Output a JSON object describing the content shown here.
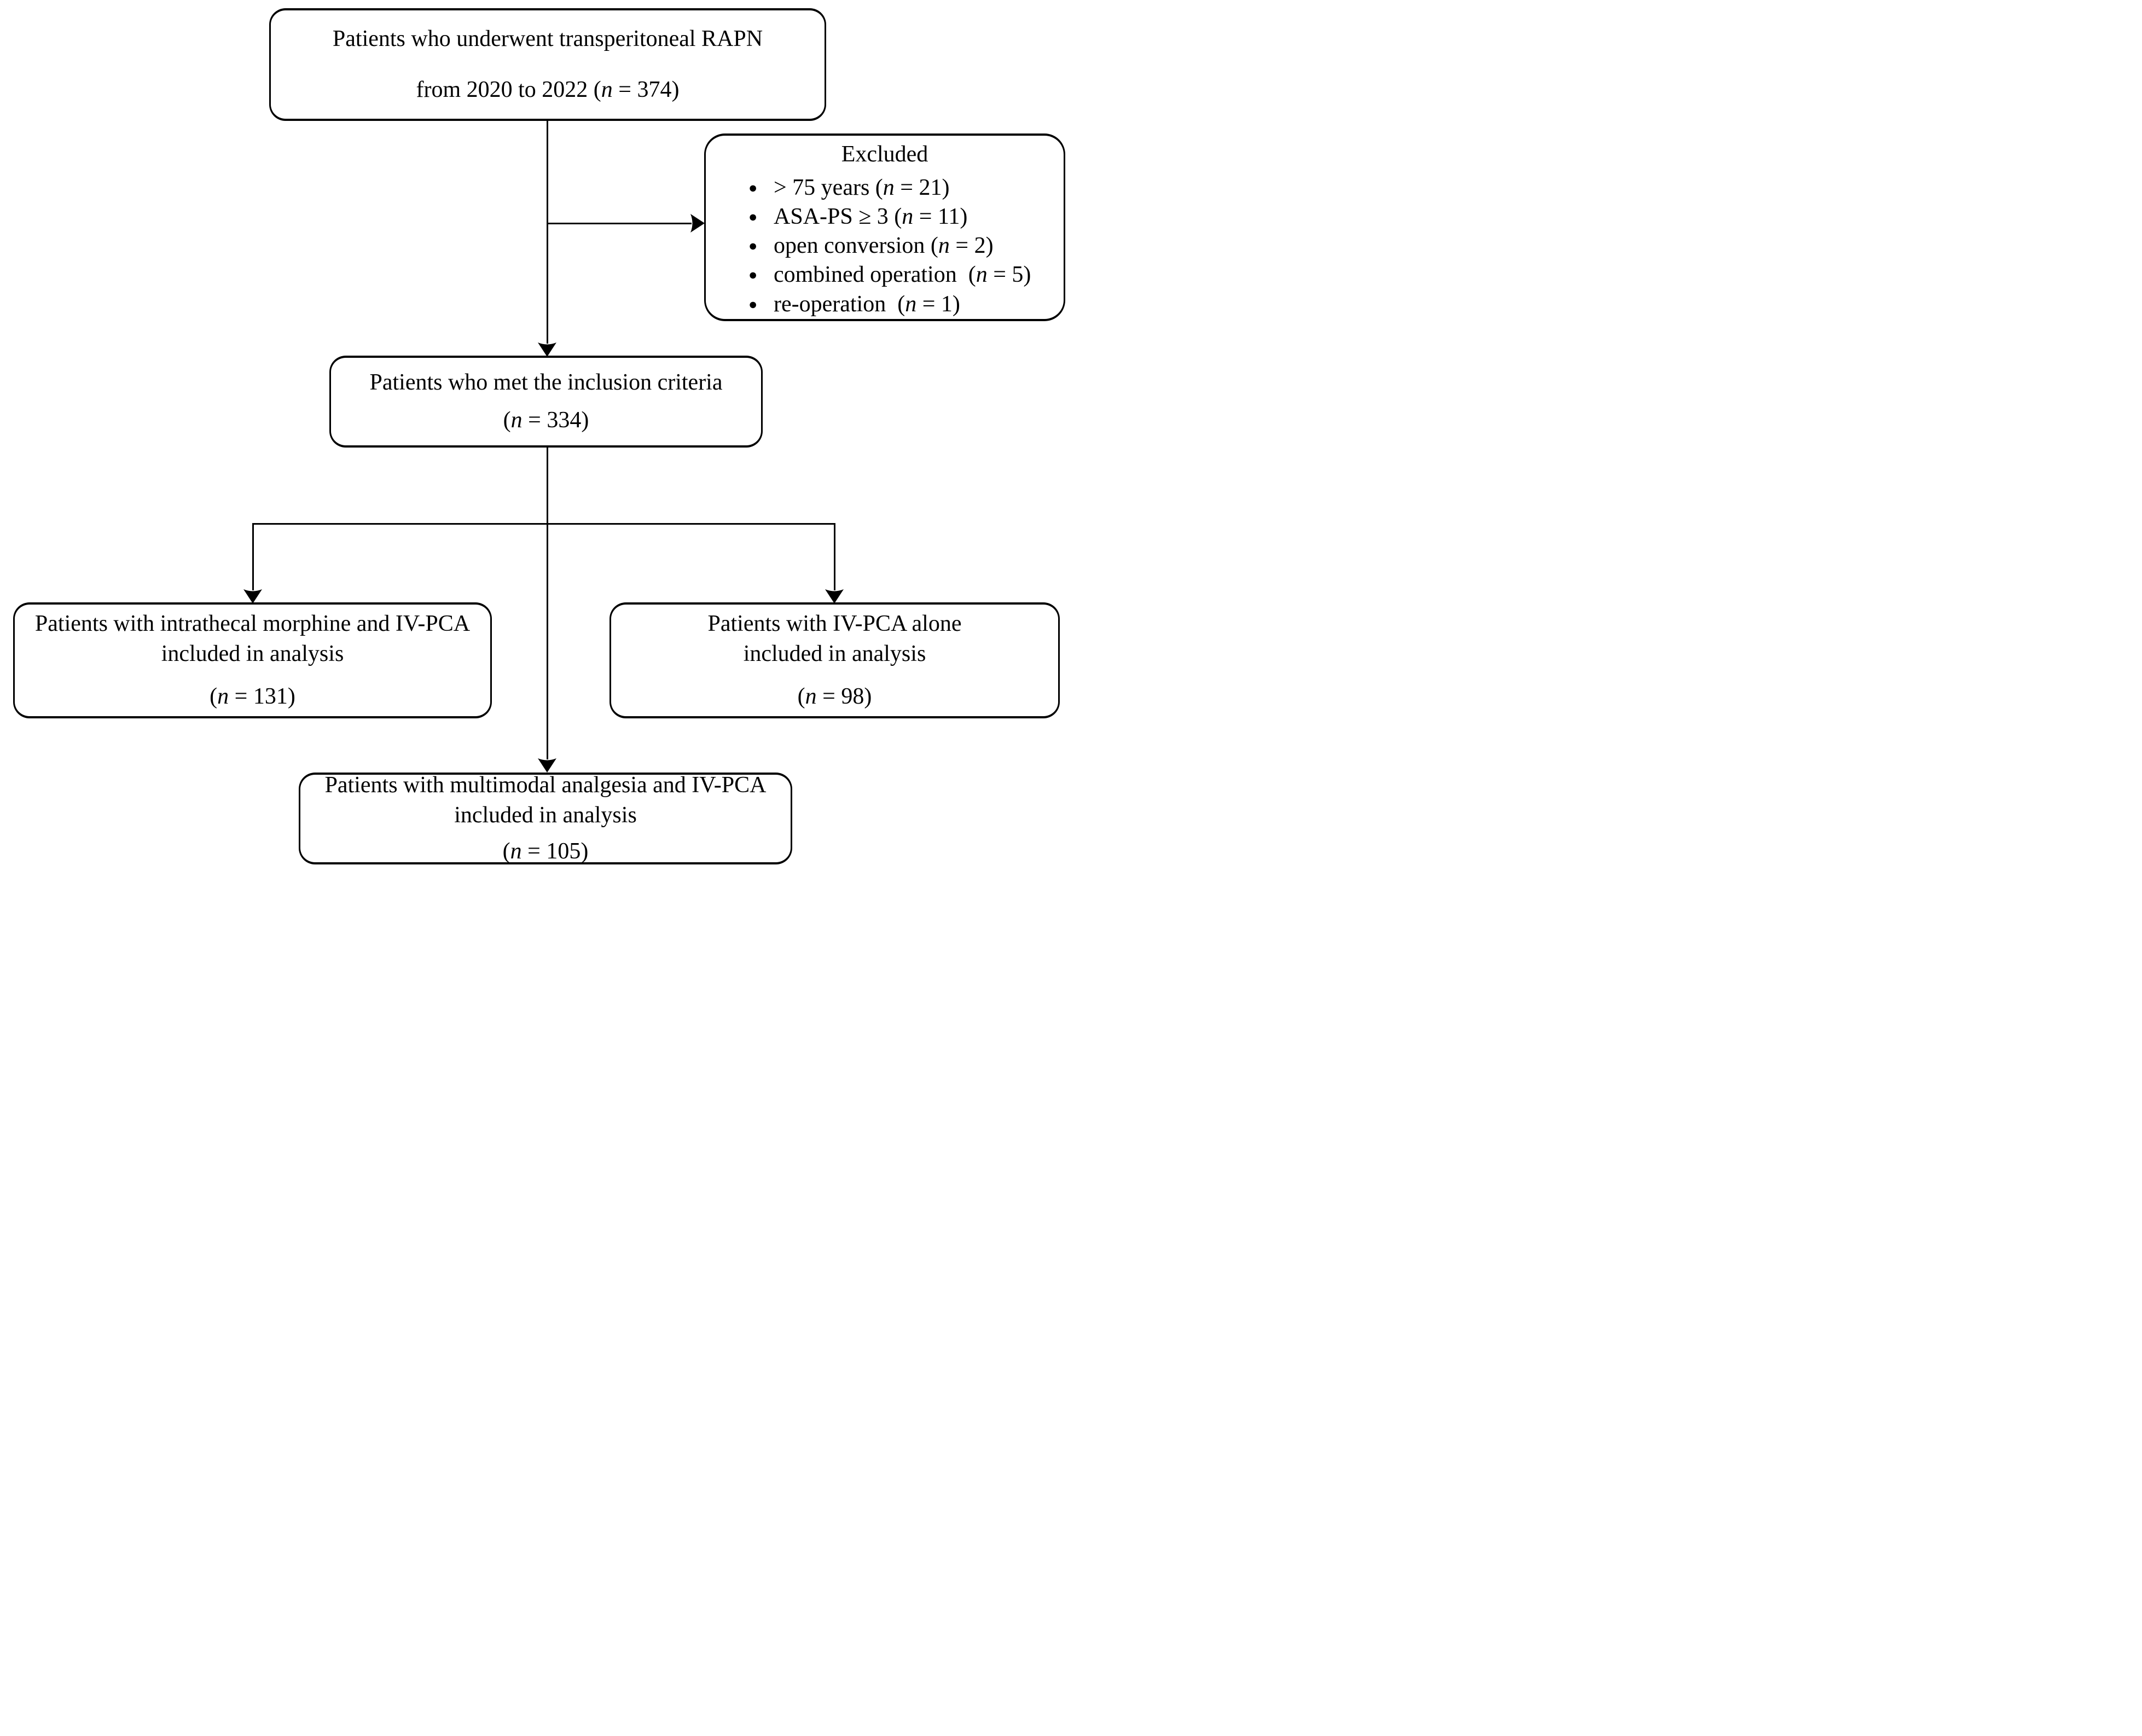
{
  "colors": {
    "background": "#ffffff",
    "line": "#000000",
    "text": "#000000"
  },
  "ui": {
    "bullet_glyph": "●"
  },
  "boxes": {
    "top": {
      "line1": "Patients who underwent transperitoneal RAPN",
      "line2_pre": "from 2020 to 2022 (",
      "n_symbol": "n",
      "line2_post": " = 374)"
    },
    "excluded": {
      "title": "Excluded",
      "items": [
        {
          "pre": "> 75 years (",
          "n_symbol": "n",
          "post": " = 21)"
        },
        {
          "pre": "ASA-PS ≥ 3 (",
          "n_symbol": "n",
          "post": " = 11)"
        },
        {
          "pre": "open conversion (",
          "n_symbol": "n",
          "post": " = 2)"
        },
        {
          "pre": "combined operation  (",
          "n_symbol": "n",
          "post": " = 5)"
        },
        {
          "pre": "re-operation  (",
          "n_symbol": "n",
          "post": " = 1)"
        }
      ]
    },
    "inclusion": {
      "line1": "Patients who met the inclusion criteria",
      "count_pre": "(",
      "n_symbol": "n",
      "count_post": " = 334)"
    },
    "intrathecal": {
      "line1": "Patients with intrathecal morphine and IV-PCA",
      "line2": "included in analysis",
      "count_pre": "(",
      "n_symbol": "n",
      "count_post": " = 131)"
    },
    "ivpca_alone": {
      "line1": "Patients with IV-PCA alone",
      "line2": "included in analysis",
      "count_pre": "(",
      "n_symbol": "n",
      "count_post": " = 98)"
    },
    "multimodal": {
      "line1": "Patients with multimodal analgesia and IV-PCA",
      "line2": "included in analysis",
      "count_pre": "(",
      "n_symbol": "n",
      "count_post": " = 105)"
    }
  }
}
